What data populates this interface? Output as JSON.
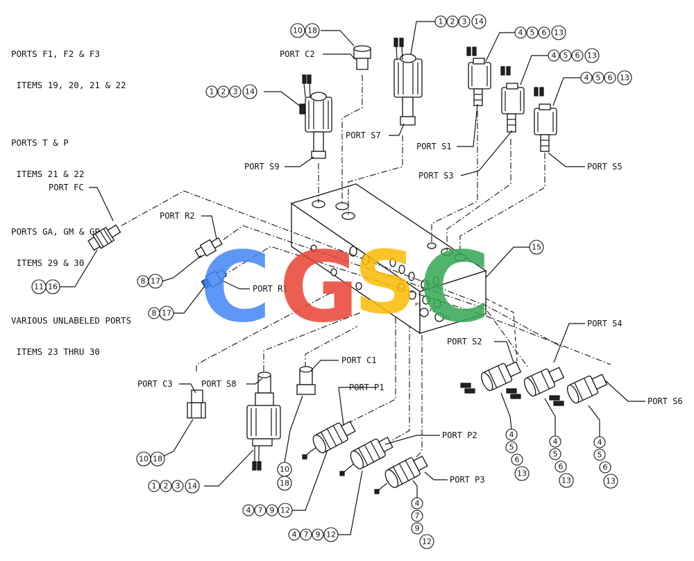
{
  "notes": [
    {
      "heading": "PORTS F1, F2 & F3",
      "items": " ITEMS 19, 20, 21 & 22"
    },
    {
      "heading": "PORTS T & P",
      "items": " ITEMS 21 & 22"
    },
    {
      "heading": "PORTS GA, GM & GP",
      "items": " ITEMS 29 & 30"
    },
    {
      "heading": "VARIOUS UNLABELED PORTS",
      "items": " ITEMS 23 THRU 30"
    }
  ],
  "labels": {
    "c2": "PORT C2",
    "s7": "PORT S7",
    "s1": "PORT S1",
    "s3": "PORT S3",
    "s5": "PORT S5",
    "s9": "PORT S9",
    "fc": "PORT FC",
    "r2": "PORT R2",
    "r1": "PORT R1",
    "s4": "PORT S4",
    "s2": "PORT S2",
    "s6": "PORT S6",
    "c1": "PORT C1",
    "c3": "PORT C3",
    "s8": "PORT S8",
    "p1": "PORT P1",
    "p2": "PORT P2",
    "p3": "PORT P3"
  },
  "block_ports": {
    "p1": "P1",
    "f2": "F2",
    "f3": "F3"
  },
  "callouts": {
    "top_s9": [
      "1",
      "2",
      "3",
      "14"
    ],
    "top_c2": [
      "10",
      "18"
    ],
    "top_s7": [
      "1",
      "2",
      "3",
      "14"
    ],
    "top_s1": [
      "4",
      "5",
      "6",
      "13"
    ],
    "top_s3": [
      "4",
      "5",
      "6",
      "13"
    ],
    "top_s5": [
      "4",
      "5",
      "6",
      "13"
    ],
    "fc": [
      "11",
      "16"
    ],
    "r2": [
      "8",
      "17"
    ],
    "r1": [
      "8",
      "17"
    ],
    "block": [
      "15"
    ],
    "c3": [
      "10",
      "18"
    ],
    "s8": [
      "1",
      "2",
      "3",
      "14"
    ],
    "c1": [
      "10",
      "18"
    ],
    "p1": [
      "4",
      "7",
      "9",
      "12"
    ],
    "p2": [
      "4",
      "7",
      "9",
      "12"
    ],
    "p3": [
      "4",
      "7",
      "9",
      "12"
    ],
    "s2": [
      "4",
      "5",
      "6",
      "13"
    ],
    "s4": [
      "4",
      "5",
      "6",
      "13"
    ],
    "s6": [
      "4",
      "5",
      "6",
      "13"
    ]
  },
  "watermark": {
    "letters": [
      "C",
      "G",
      "S",
      "C"
    ],
    "colors": [
      "#4285F4",
      "#EA4335",
      "#FBBC05",
      "#34A853"
    ]
  }
}
